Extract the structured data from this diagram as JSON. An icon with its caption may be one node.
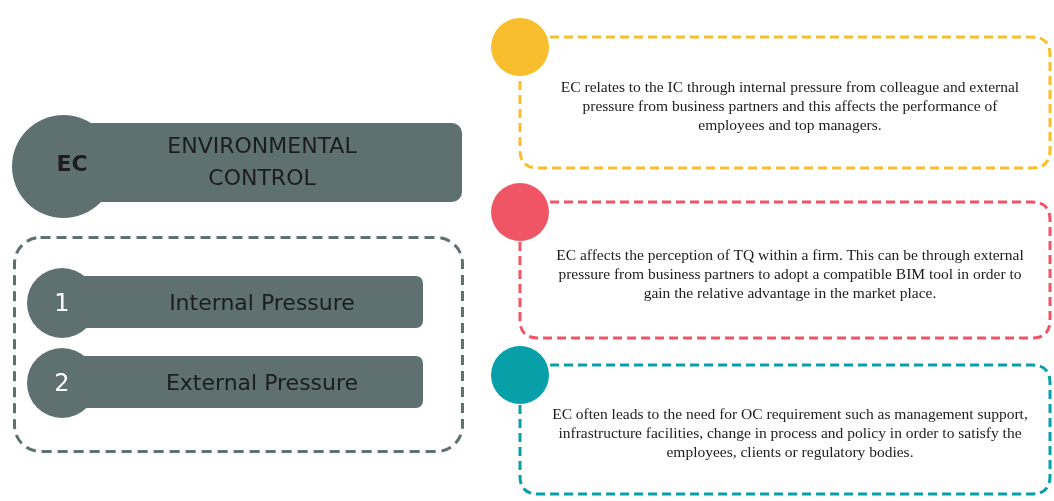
{
  "diagram": {
    "nodes": [
      {
        "text": [
          "EC",
          "ENVIRONMENTAL CONTROL"
        ]
      },
      {
        "text": [],
        "shape": "box"
      },
      {
        "text": [
          "1",
          "Internal Pressure"
        ],
        "in": 1
      },
      {
        "text": [
          "2",
          "External Pressure"
        ],
        "in": 1
      },
      {
        "text": [
          "EC relates to the IC through internal pressure from colleague and external pressure from business partners and this affects the performance of employees and top managers."
        ]
      },
      {
        "text": [
          "EC affects the perception of TQ within a firm. This can be through external pressure from business partners to adopt a compatible BIM tool in order to gain the relative advantage in the market place."
        ]
      },
      {
        "text": [
          "EC often leads to the need for OC requirement such as management support, infrastructure facilities, change in process and policy in order to satisfy the employees, clients or regulatory bodies."
        ]
      }
    ]
  }
}
